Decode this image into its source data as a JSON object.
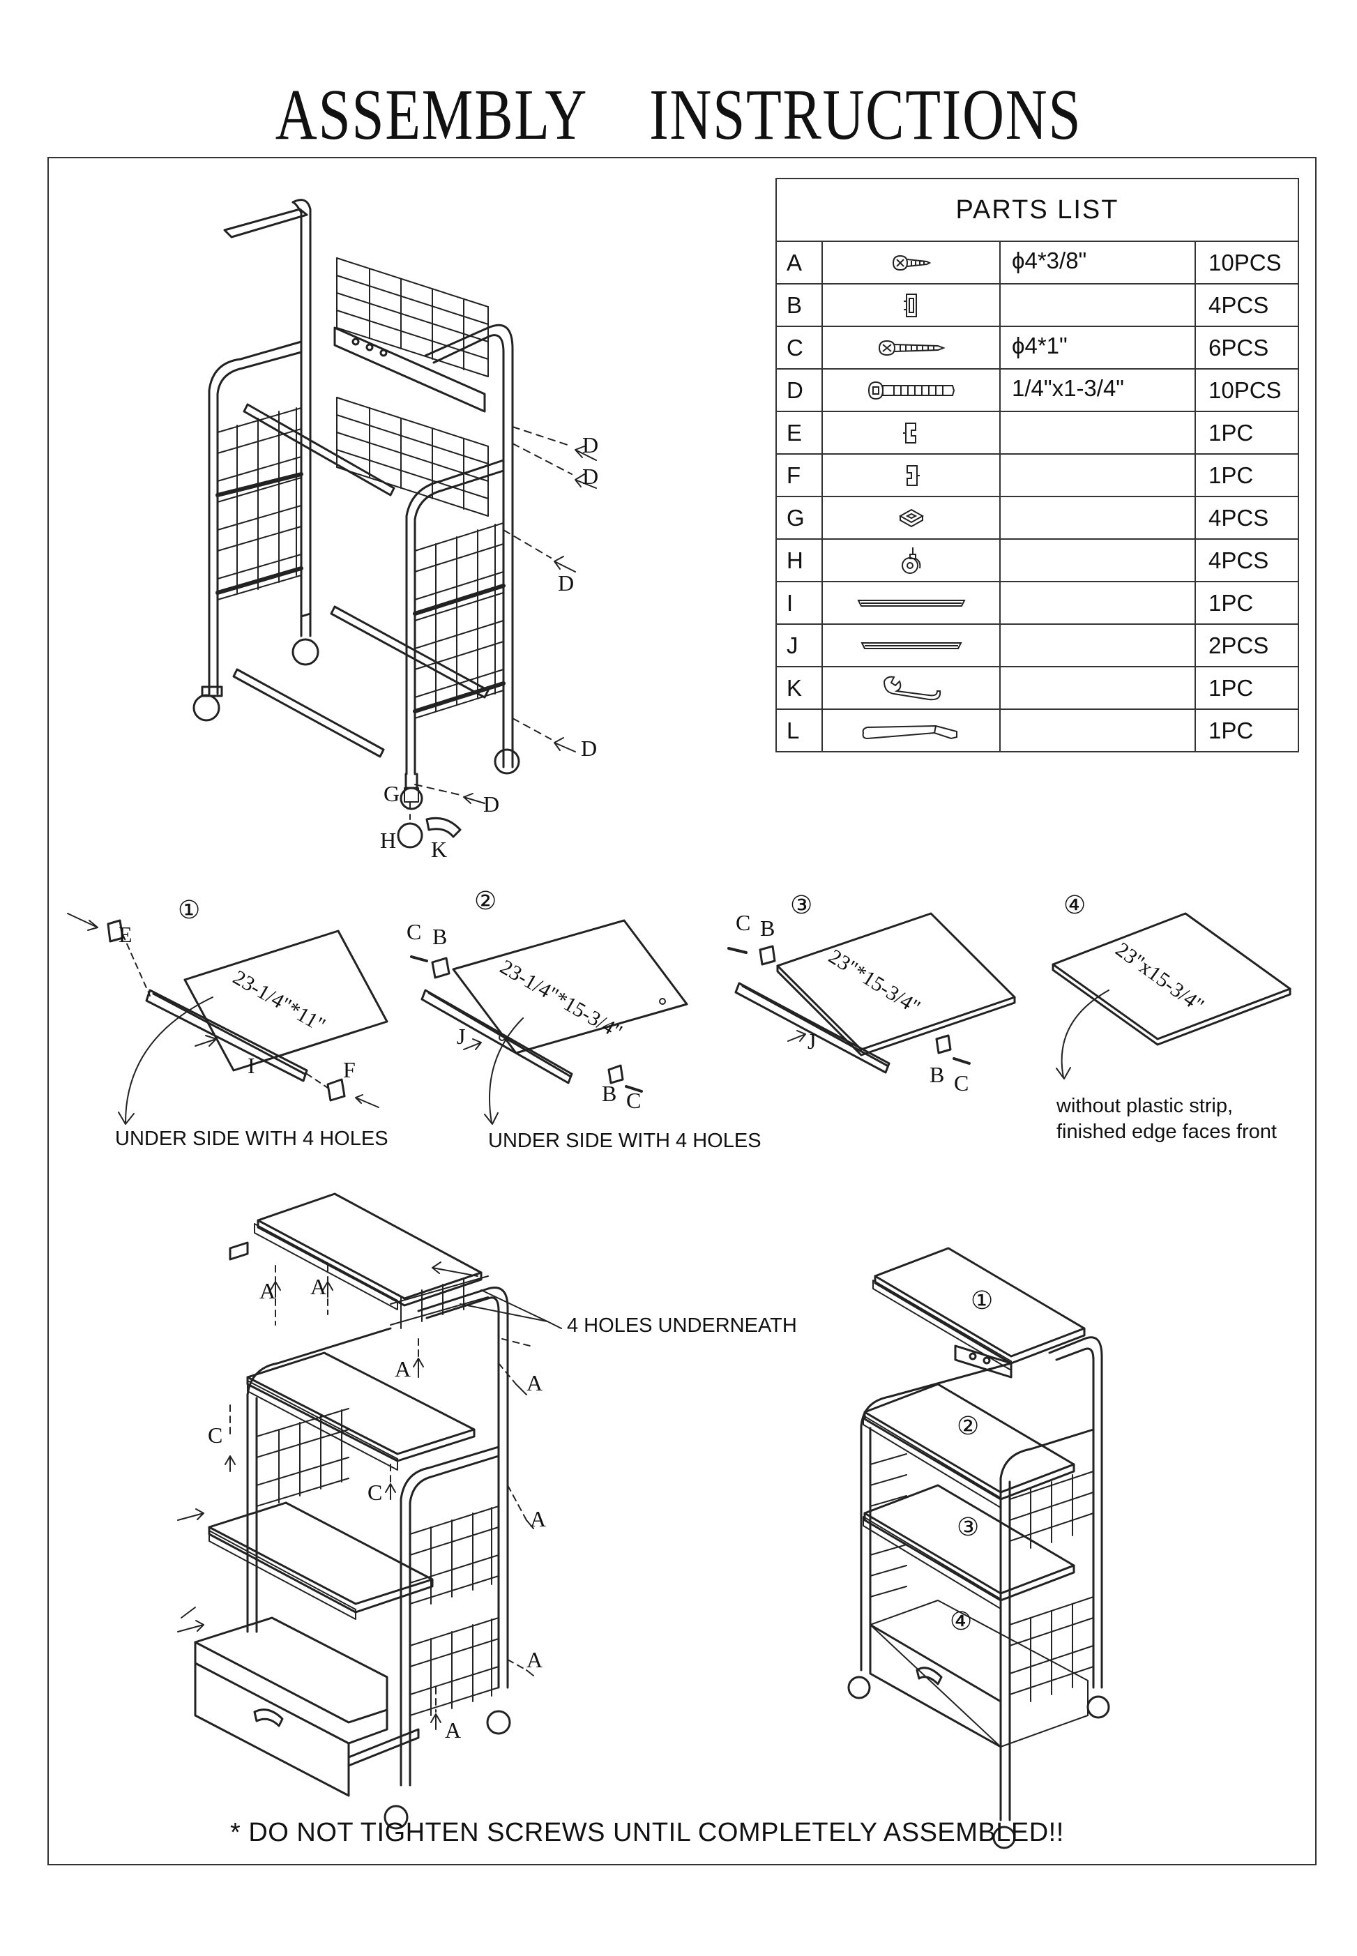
{
  "title": {
    "left": "ASSEMBLY",
    "right": "INSTRUCTIONS"
  },
  "parts_list": {
    "header": "PARTS   LIST",
    "rows": [
      {
        "letter": "A",
        "icon": "small-screw-icon",
        "spec": "ϕ4*3/8\"",
        "qty": "10PCS"
      },
      {
        "letter": "B",
        "icon": "bracket-clip-icon",
        "spec": "",
        "qty": "4PCS"
      },
      {
        "letter": "C",
        "icon": "wood-screw-icon",
        "spec": "ϕ4*1\"",
        "qty": "6PCS"
      },
      {
        "letter": "D",
        "icon": "bolt-icon",
        "spec": "1/4\"x1-3/4\"",
        "qty": "10PCS"
      },
      {
        "letter": "E",
        "icon": "left-clip-icon",
        "spec": "",
        "qty": "1PC"
      },
      {
        "letter": "F",
        "icon": "right-clip-icon",
        "spec": "",
        "qty": "1PC"
      },
      {
        "letter": "G",
        "icon": "washer-icon",
        "spec": "",
        "qty": "4PCS"
      },
      {
        "letter": "H",
        "icon": "caster-wheel-icon",
        "spec": "",
        "qty": "4PCS"
      },
      {
        "letter": "I",
        "icon": "short-rail-icon",
        "spec": "",
        "qty": "1PC"
      },
      {
        "letter": "J",
        "icon": "long-rail-icon",
        "spec": "",
        "qty": "2PCS"
      },
      {
        "letter": "K",
        "icon": "wrench-icon",
        "spec": "",
        "qty": "1PC"
      },
      {
        "letter": "L",
        "icon": "allen-key-icon",
        "spec": "",
        "qty": "1PC"
      }
    ]
  },
  "frame_labels": {
    "d": "D",
    "g": "G",
    "h": "H",
    "k": "K"
  },
  "steps": [
    {
      "number": "①",
      "dimension": "23-1/4\"*11\"",
      "note": "UNDER SIDE  WITH 4 HOLES",
      "labels": [
        "E",
        "I",
        "F"
      ]
    },
    {
      "number": "②",
      "dimension": "23-1/4\"*15-3/4\"",
      "note": "UNDER SIDE  WITH 4 HOLES",
      "labels": [
        "C",
        "B",
        "J",
        "B",
        "C"
      ]
    },
    {
      "number": "③",
      "dimension": "23\"*15-3/4\"",
      "note": "",
      "labels": [
        "C",
        "B",
        "J",
        "B",
        "C"
      ]
    },
    {
      "number": "④",
      "dimension": "23\"x15-3/4\"",
      "note": "without plastic strip,\nfinished edge faces front",
      "labels": []
    }
  ],
  "final_assembly": {
    "holes_note": "4 HOLES UNDERNEATH",
    "labels": {
      "a": "A",
      "c": "C"
    },
    "shelf_numbers": [
      "①",
      "②",
      "③",
      "④"
    ]
  },
  "footer": "*  DO NOT TIGHTEN SCREWS UNTIL COMPLETELY ASSEMBLED!!"
}
